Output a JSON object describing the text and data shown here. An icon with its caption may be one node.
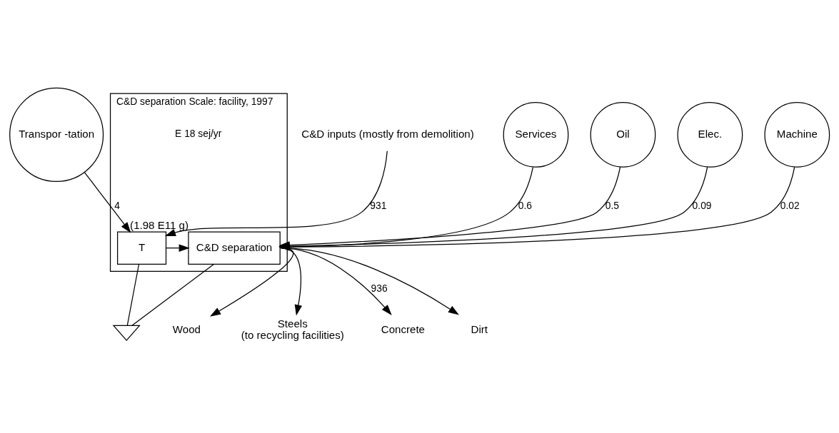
{
  "diagram": {
    "nodes": [
      {
        "text": [
          "Transpor -tation"
        ]
      },
      {
        "text": [
          "Oil"
        ]
      },
      {
        "text": [
          "Elec."
        ]
      },
      {
        "text": [
          "Machine"
        ]
      },
      {
        "text": [
          "Services"
        ]
      },
      {
        "text": [
          "C&D separation Scale: facility, 1997"
        ],
        "beside": [
          "E 18 sej/yr"
        ]
      },
      {
        "text": [
          "C&D inputs (mostly from demolition)"
        ]
      },
      {
        "text": [
          "T"
        ],
        "in": 5
      },
      {
        "text": [
          "C&D separation"
        ],
        "in": 5,
        "beside": [
          "(1.98 E11 g)"
        ]
      },
      {
        "text": [],
        "shape": "ground"
      },
      {
        "text": [
          "Concrete"
        ]
      },
      {
        "text": [
          "Dirt"
        ]
      },
      {
        "text": [
          "Wood"
        ]
      },
      {
        "text": [
          "Steels",
          "(to recycling facilities)"
        ]
      }
    ],
    "edges": [
      {
        "from": 6,
        "to": 7,
        "arrow": "to",
        "label": "931"
      },
      {
        "from": 0,
        "to": 7,
        "arrow": "to",
        "label": "4"
      },
      {
        "from": 1,
        "to": 8,
        "arrow": "to",
        "label": "0.5"
      },
      {
        "from": 2,
        "to": 8,
        "arrow": "to",
        "label": "0.09"
      },
      {
        "from": 3,
        "to": 8,
        "arrow": "to",
        "label": "0.02"
      },
      {
        "from": 4,
        "to": 8,
        "arrow": "to",
        "label": "0.6"
      },
      {
        "from": 7,
        "to": 8,
        "arrow": "to"
      },
      {
        "from": 7,
        "to": 9,
        "arrow": "none"
      },
      {
        "from": 8,
        "to": 9,
        "arrow": "none"
      },
      {
        "from": 8,
        "to": 10,
        "arrow": "to",
        "label": "936"
      },
      {
        "from": 8,
        "to": 11,
        "arrow": "to"
      },
      {
        "from": 8,
        "to": 12,
        "arrow": "to"
      },
      {
        "from": 8,
        "to": 13,
        "arrow": "to"
      }
    ]
  }
}
